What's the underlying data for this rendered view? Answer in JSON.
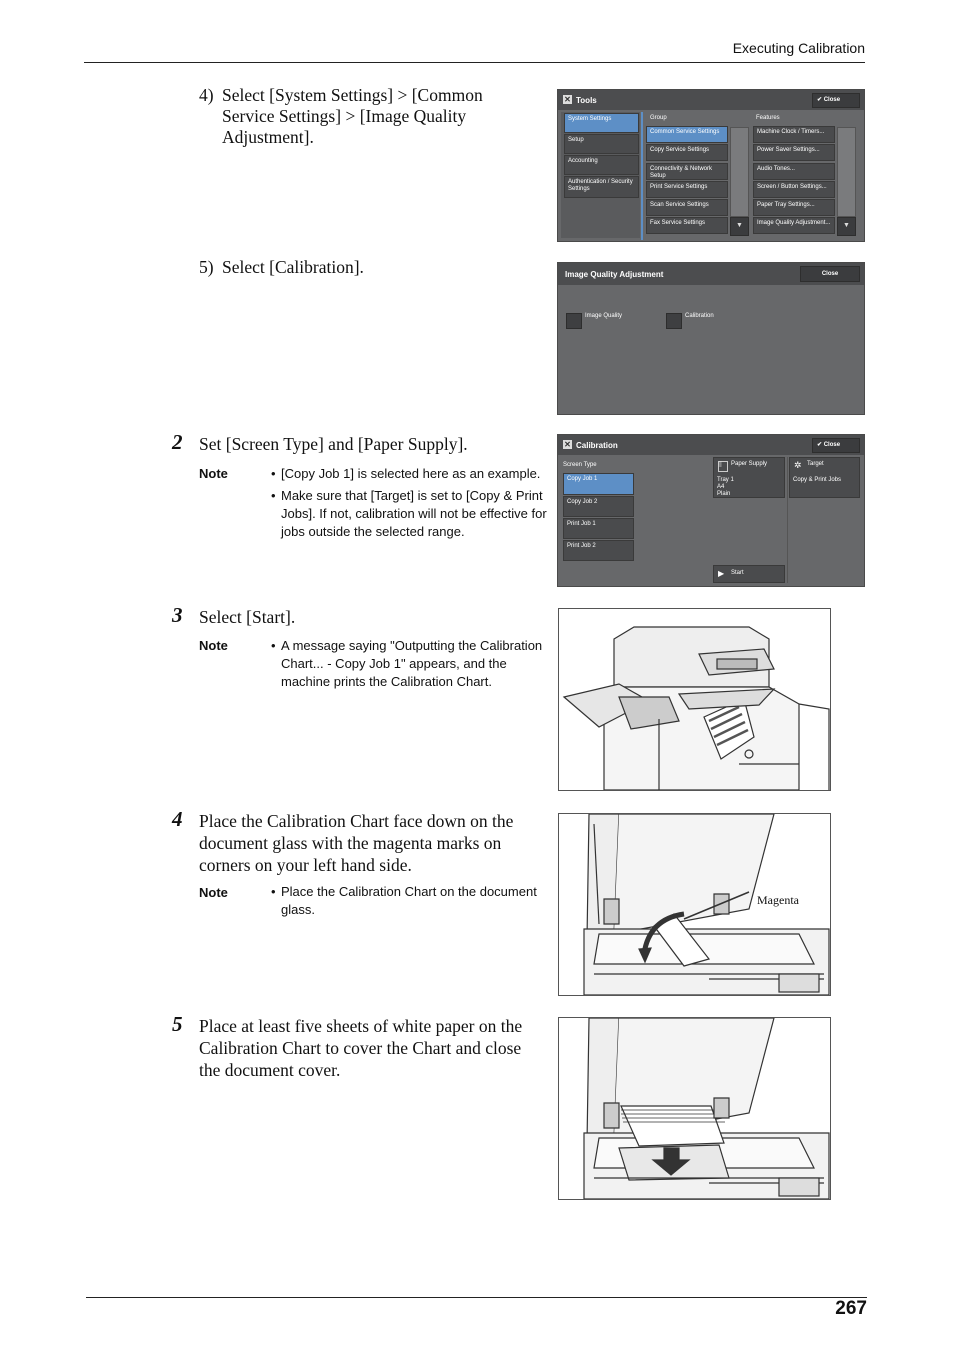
{
  "header": {
    "title": "Executing Calibration"
  },
  "page_number": "267",
  "substep4": {
    "num": "4)",
    "text": "Select [System Settings] > [Common Service Settings] > [Image Quality Adjustment]."
  },
  "substep5": {
    "num": "5)",
    "text": "Select [Calibration]."
  },
  "steps": [
    {
      "num": "2",
      "text": "Set [Screen Type] and [Paper Supply].",
      "note_label": "Note",
      "notes": [
        "[Copy Job 1] is selected here as an example.",
        "Make sure that [Target] is set to [Copy & Print Jobs]. If not, calibration will not be effective for jobs outside the selected range."
      ]
    },
    {
      "num": "3",
      "text": "Select [Start].",
      "note_label": "Note",
      "notes": [
        "A message saying \"Outputting the Calibration Chart...  - Copy Job 1\" appears, and the machine prints the Calibration Chart."
      ]
    },
    {
      "num": "4",
      "text": "Place the Calibration Chart face down on the document glass with the magenta marks on corners on your left hand side.",
      "note_label": "Note",
      "notes": [
        "Place the Calibration Chart on the document glass."
      ]
    },
    {
      "num": "5",
      "text": "Place at least five sheets of white paper on the Calibration Chart to cover the Chart and close the document cover."
    }
  ],
  "bullet": "•",
  "tools_screen": {
    "title": "Tools",
    "close": "Close",
    "group_header": "Group",
    "features_header": "Features",
    "left_items": [
      "System Settings",
      "Setup",
      "Accounting",
      "Authentication / Security Settings"
    ],
    "group_items": [
      "Common Service Settings",
      "Copy Service Settings",
      "Connectivity & Network Setup",
      "Print Service Settings",
      "Scan Service Settings",
      "Fax Service Settings"
    ],
    "feature_items": [
      "Machine Clock / Timers...",
      "Power Saver Settings...",
      "Audio Tones...",
      "Screen / Button Settings...",
      "Paper Tray Settings...",
      "Image Quality Adjustment..."
    ]
  },
  "iqa_screen": {
    "title": "Image Quality Adjustment",
    "close": "Close",
    "items": [
      "Image Quality",
      "Calibration"
    ]
  },
  "calib_screen": {
    "title": "Calibration",
    "close": "Close",
    "screen_type_label": "Screen Type",
    "screen_types": [
      "Copy Job 1",
      "Copy Job 2",
      "Print Job 1",
      "Print Job 2"
    ],
    "paper_supply_label": "Paper Supply",
    "paper_supply_lines": [
      "Tray 1",
      "A4",
      "Plain"
    ],
    "target_label": "Target",
    "target_value": "Copy & Print Jobs",
    "start": "Start"
  },
  "magenta_label": "Magenta"
}
